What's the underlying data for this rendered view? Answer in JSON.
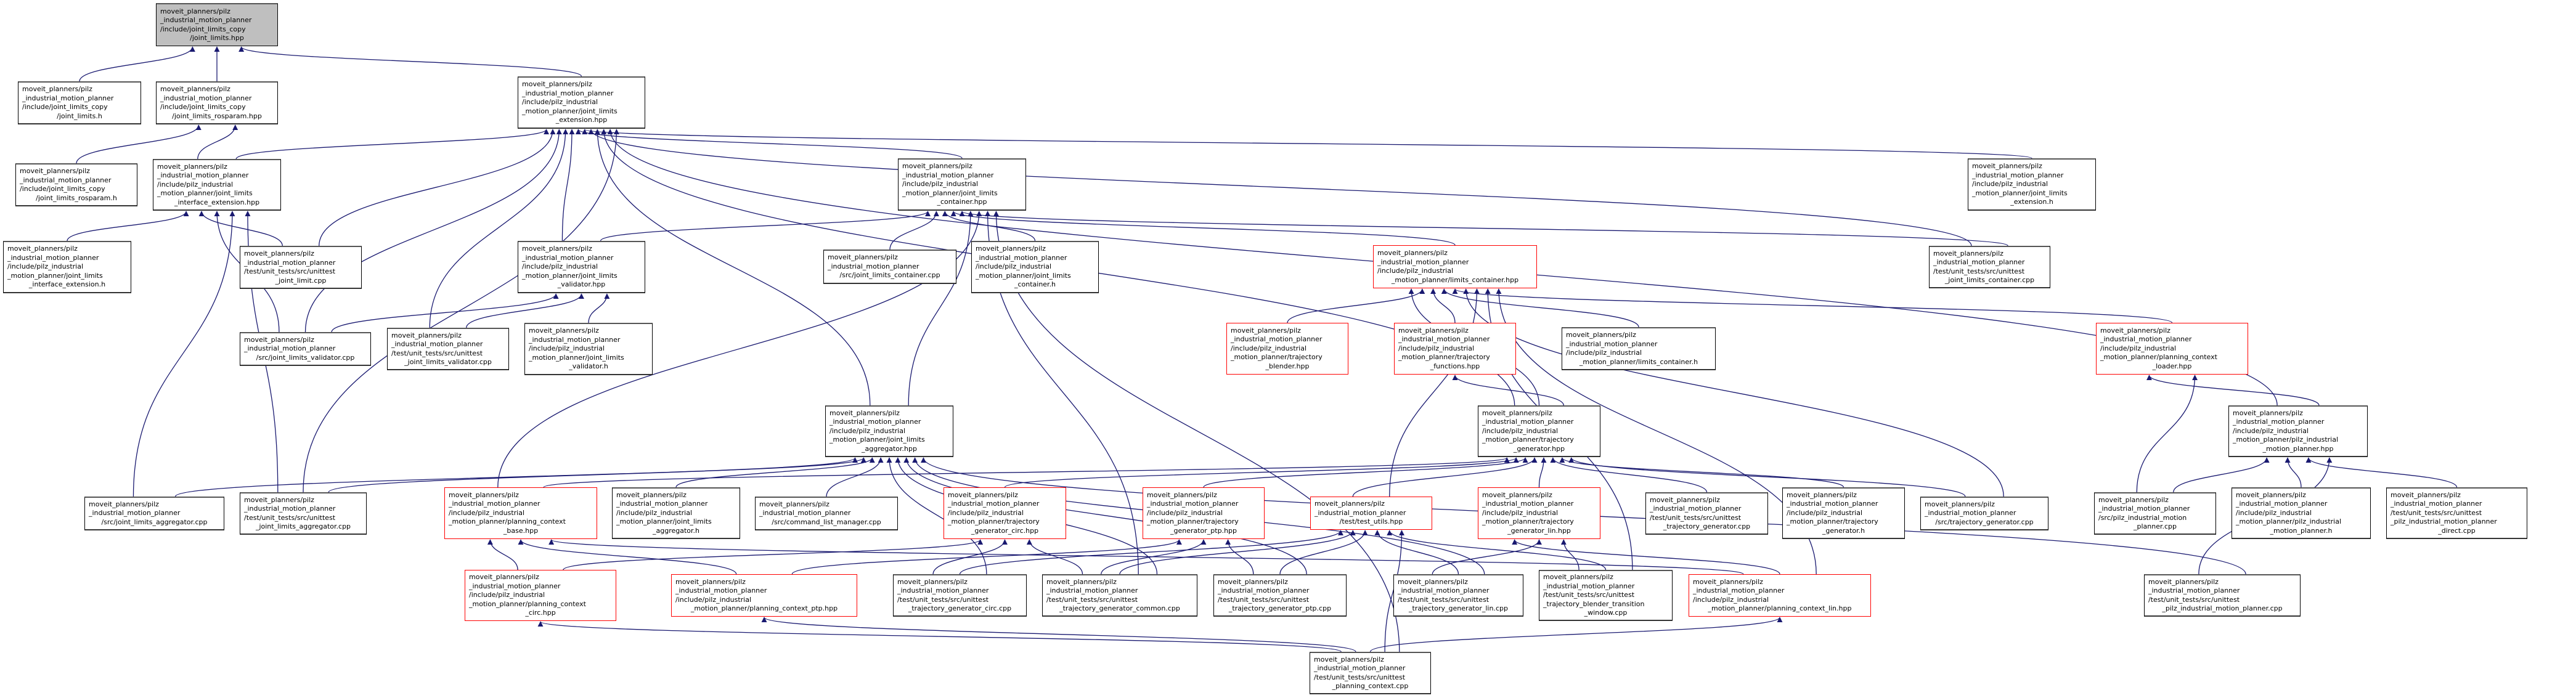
{
  "graph": {
    "edge_color": "#191970",
    "truncated_border_color": "#ff0000",
    "root_fill_color": "#bfbfbf",
    "nodes": [
      {
        "id": "n0",
        "kind": "root",
        "lines": [
          "moveit_planners/pilz",
          "_industrial_motion_planner",
          "/include/joint_limits_copy",
          "/joint_limits.hpp"
        ]
      },
      {
        "id": "n1",
        "kind": "normal",
        "lines": [
          "moveit_planners/pilz",
          "_industrial_motion_planner",
          "/include/joint_limits_copy",
          "/joint_limits.h"
        ]
      },
      {
        "id": "n2",
        "kind": "normal",
        "lines": [
          "moveit_planners/pilz",
          "_industrial_motion_planner",
          "/include/joint_limits_copy",
          "/joint_limits_rosparam.hpp"
        ]
      },
      {
        "id": "n3",
        "kind": "normal",
        "lines": [
          "moveit_planners/pilz",
          "_industrial_motion_planner",
          "/include/pilz_industrial",
          "_motion_planner/joint_limits",
          "_extension.hpp"
        ]
      },
      {
        "id": "n4",
        "kind": "normal",
        "lines": [
          "moveit_planners/pilz",
          "_industrial_motion_planner",
          "/include/joint_limits_copy",
          "/joint_limits_rosparam.h"
        ]
      },
      {
        "id": "n5",
        "kind": "normal",
        "lines": [
          "moveit_planners/pilz",
          "_industrial_motion_planner",
          "/include/pilz_industrial",
          "_motion_planner/joint_limits",
          "_interface_extension.hpp"
        ]
      },
      {
        "id": "n6",
        "kind": "normal",
        "lines": [
          "moveit_planners/pilz",
          "_industrial_motion_planner",
          "/include/pilz_industrial",
          "_motion_planner/joint_limits",
          "_interface_extension.h"
        ]
      },
      {
        "id": "n7",
        "kind": "normal",
        "lines": [
          "moveit_planners/pilz",
          "_industrial_motion_planner",
          "/test/unit_tests/src/unittest",
          "_joint_limit.cpp"
        ]
      },
      {
        "id": "n8",
        "kind": "normal",
        "lines": [
          "moveit_planners/pilz",
          "_industrial_motion_planner",
          "/include/pilz_industrial",
          "_motion_planner/joint_limits",
          "_validator.hpp"
        ]
      },
      {
        "id": "n9",
        "kind": "normal",
        "lines": [
          "moveit_planners/pilz",
          "_industrial_motion_planner",
          "/src/joint_limits_validator.cpp"
        ]
      },
      {
        "id": "n10",
        "kind": "normal",
        "lines": [
          "moveit_planners/pilz",
          "_industrial_motion_planner",
          "/test/unit_tests/src/unittest",
          "_joint_limits_validator.cpp"
        ]
      },
      {
        "id": "n11",
        "kind": "normal",
        "lines": [
          "moveit_planners/pilz",
          "_industrial_motion_planner",
          "/include/pilz_industrial",
          "_motion_planner/joint_limits",
          "_validator.h"
        ]
      },
      {
        "id": "n12",
        "kind": "normal",
        "lines": [
          "moveit_planners/pilz",
          "_industrial_motion_planner",
          "/include/pilz_industrial",
          "_motion_planner/joint_limits",
          "_container.hpp"
        ]
      },
      {
        "id": "n13",
        "kind": "normal",
        "lines": [
          "moveit_planners/pilz",
          "_industrial_motion_planner",
          "/include/pilz_industrial",
          "_motion_planner/joint_limits",
          "_container.h"
        ]
      },
      {
        "id": "n14",
        "kind": "red",
        "lines": [
          "moveit_planners/pilz",
          "_industrial_motion_planner",
          "/include/pilz_industrial",
          "_motion_planner/limits_container.hpp"
        ]
      },
      {
        "id": "n15",
        "kind": "normal",
        "lines": [
          "moveit_planners/pilz",
          "_industrial_motion_planner",
          "/include/pilz_industrial",
          "_motion_planner/joint_limits",
          "_extension.h"
        ]
      },
      {
        "id": "n16",
        "kind": "normal",
        "lines": [
          "moveit_planners/pilz",
          "_industrial_motion_planner",
          "/test/unit_tests/src/unittest",
          "_joint_limits_container.cpp"
        ]
      },
      {
        "id": "n17",
        "kind": "normal",
        "lines": [
          "moveit_planners/pilz",
          "_industrial_motion_planner",
          "/src/joint_limits_container.cpp"
        ]
      },
      {
        "id": "n18",
        "kind": "red",
        "lines": [
          "moveit_planners/pilz",
          "_industrial_motion_planner",
          "/include/pilz_industrial",
          "_motion_planner/trajectory",
          "_blender.hpp"
        ]
      },
      {
        "id": "n19",
        "kind": "red",
        "lines": [
          "moveit_planners/pilz",
          "_industrial_motion_planner",
          "/include/pilz_industrial",
          "_motion_planner/trajectory",
          "_functions.hpp"
        ]
      },
      {
        "id": "n20",
        "kind": "normal",
        "lines": [
          "moveit_planners/pilz",
          "_industrial_motion_planner",
          "/include/pilz_industrial",
          "_motion_planner/limits_container.h"
        ]
      },
      {
        "id": "n21",
        "kind": "red",
        "lines": [
          "moveit_planners/pilz",
          "_industrial_motion_planner",
          "/include/pilz_industrial",
          "_motion_planner/planning_context",
          "_loader.hpp"
        ]
      },
      {
        "id": "n22",
        "kind": "normal",
        "lines": [
          "moveit_planners/pilz",
          "_industrial_motion_planner",
          "/include/pilz_industrial",
          "_motion_planner/joint_limits",
          "_aggregator.hpp"
        ]
      },
      {
        "id": "n23",
        "kind": "normal",
        "lines": [
          "moveit_planners/pilz",
          "_industrial_motion_planner",
          "/include/pilz_industrial",
          "_motion_planner/trajectory",
          "_generator.hpp"
        ]
      },
      {
        "id": "n24",
        "kind": "normal",
        "lines": [
          "moveit_planners/pilz",
          "_industrial_motion_planner",
          "/include/pilz_industrial",
          "_motion_planner/pilz_industrial",
          "_motion_planner.hpp"
        ]
      },
      {
        "id": "n25",
        "kind": "normal",
        "lines": [
          "moveit_planners/pilz",
          "_industrial_motion_planner",
          "/src/joint_limits_aggregator.cpp"
        ]
      },
      {
        "id": "n26",
        "kind": "normal",
        "lines": [
          "moveit_planners/pilz",
          "_industrial_motion_planner",
          "/test/unit_tests/src/unittest",
          "_joint_limits_aggregator.cpp"
        ]
      },
      {
        "id": "n27",
        "kind": "red",
        "lines": [
          "moveit_planners/pilz",
          "_industrial_motion_planner",
          "/include/pilz_industrial",
          "_motion_planner/planning_context",
          "_base.hpp"
        ]
      },
      {
        "id": "n28",
        "kind": "normal",
        "lines": [
          "moveit_planners/pilz",
          "_industrial_motion_planner",
          "/include/pilz_industrial",
          "_motion_planner/joint_limits",
          "_aggregator.h"
        ]
      },
      {
        "id": "n29",
        "kind": "normal",
        "lines": [
          "moveit_planners/pilz",
          "_industrial_motion_planner",
          "/src/command_list_manager.cpp"
        ]
      },
      {
        "id": "n30",
        "kind": "red",
        "lines": [
          "moveit_planners/pilz",
          "_industrial_motion_planner",
          "/include/pilz_industrial",
          "_motion_planner/trajectory",
          "_generator_circ.hpp"
        ]
      },
      {
        "id": "n31",
        "kind": "red",
        "lines": [
          "moveit_planners/pilz",
          "_industrial_motion_planner",
          "/include/pilz_industrial",
          "_motion_planner/trajectory",
          "_generator_ptp.hpp"
        ]
      },
      {
        "id": "n32",
        "kind": "red",
        "lines": [
          "moveit_planners/pilz",
          "_industrial_motion_planner",
          "/test/test_utils.hpp"
        ]
      },
      {
        "id": "n33",
        "kind": "red",
        "lines": [
          "moveit_planners/pilz",
          "_industrial_motion_planner",
          "/include/pilz_industrial",
          "_motion_planner/trajectory",
          "_generator_lin.hpp"
        ]
      },
      {
        "id": "n34",
        "kind": "normal",
        "lines": [
          "moveit_planners/pilz",
          "_industrial_motion_planner",
          "/test/unit_tests/src/unittest",
          "_trajectory_generator.cpp"
        ]
      },
      {
        "id": "n35",
        "kind": "normal",
        "lines": [
          "moveit_planners/pilz",
          "_industrial_motion_planner",
          "/include/pilz_industrial",
          "_motion_planner/trajectory",
          "_generator.h"
        ]
      },
      {
        "id": "n36",
        "kind": "normal",
        "lines": [
          "moveit_planners/pilz",
          "_industrial_motion_planner",
          "/src/trajectory_generator.cpp"
        ]
      },
      {
        "id": "n37",
        "kind": "normal",
        "lines": [
          "moveit_planners/pilz",
          "_industrial_motion_planner",
          "/src/pilz_industrial_motion",
          "_planner.cpp"
        ]
      },
      {
        "id": "n38",
        "kind": "normal",
        "lines": [
          "moveit_planners/pilz",
          "_industrial_motion_planner",
          "/include/pilz_industrial",
          "_motion_planner/pilz_industrial",
          "_motion_planner.h"
        ]
      },
      {
        "id": "n39",
        "kind": "normal",
        "lines": [
          "moveit_planners/pilz",
          "_industrial_motion_planner",
          "/test/unit_tests/src/unittest",
          "_pilz_industrial_motion_planner",
          "_direct.cpp"
        ]
      },
      {
        "id": "n40",
        "kind": "red",
        "lines": [
          "moveit_planners/pilz",
          "_industrial_motion_planner",
          "/include/pilz_industrial",
          "_motion_planner/planning_context",
          "_circ.hpp"
        ]
      },
      {
        "id": "n41",
        "kind": "red",
        "lines": [
          "moveit_planners/pilz",
          "_industrial_motion_planner",
          "/include/pilz_industrial",
          "_motion_planner/planning_context_ptp.hpp"
        ]
      },
      {
        "id": "n42",
        "kind": "normal",
        "lines": [
          "moveit_planners/pilz",
          "_industrial_motion_planner",
          "/test/unit_tests/src/unittest",
          "_trajectory_generator_circ.cpp"
        ]
      },
      {
        "id": "n43",
        "kind": "normal",
        "lines": [
          "moveit_planners/pilz",
          "_industrial_motion_planner",
          "/test/unit_tests/src/unittest",
          "_trajectory_generator_common.cpp"
        ]
      },
      {
        "id": "n44",
        "kind": "normal",
        "lines": [
          "moveit_planners/pilz",
          "_industrial_motion_planner",
          "/test/unit_tests/src/unittest",
          "_trajectory_generator_ptp.cpp"
        ]
      },
      {
        "id": "n45",
        "kind": "normal",
        "lines": [
          "moveit_planners/pilz",
          "_industrial_motion_planner",
          "/test/unit_tests/src/unittest",
          "_trajectory_generator_lin.cpp"
        ]
      },
      {
        "id": "n46",
        "kind": "normal",
        "lines": [
          "moveit_planners/pilz",
          "_industrial_motion_planner",
          "/test/unit_tests/src/unittest",
          "_trajectory_blender_transition",
          "_window.cpp"
        ]
      },
      {
        "id": "n47",
        "kind": "red",
        "lines": [
          "moveit_planners/pilz",
          "_industrial_motion_planner",
          "/include/pilz_industrial",
          "_motion_planner/planning_context_lin.hpp"
        ]
      },
      {
        "id": "n48",
        "kind": "normal",
        "lines": [
          "moveit_planners/pilz",
          "_industrial_motion_planner",
          "/test/unit_tests/src/unittest",
          "_pilz_industrial_motion_planner.cpp"
        ]
      },
      {
        "id": "n49",
        "kind": "normal",
        "lines": [
          "moveit_planners/pilz",
          "_industrial_motion_planner",
          "/test/unit_tests/src/unittest",
          "_planning_context.cpp"
        ]
      }
    ],
    "edges": [
      [
        "n1",
        "n0"
      ],
      [
        "n2",
        "n0"
      ],
      [
        "n3",
        "n0"
      ],
      [
        "n4",
        "n2"
      ],
      [
        "n5",
        "n2"
      ],
      [
        "n5",
        "n3"
      ],
      [
        "n6",
        "n5"
      ],
      [
        "n7",
        "n5"
      ],
      [
        "n7",
        "n3"
      ],
      [
        "n9",
        "n5"
      ],
      [
        "n9",
        "n3"
      ],
      [
        "n9",
        "n8"
      ],
      [
        "n10",
        "n3"
      ],
      [
        "n10",
        "n8"
      ],
      [
        "n11",
        "n8"
      ],
      [
        "n8",
        "n3"
      ],
      [
        "n8",
        "n12"
      ],
      [
        "n12",
        "n3"
      ],
      [
        "n17",
        "n12"
      ],
      [
        "n13",
        "n12"
      ],
      [
        "n14",
        "n12"
      ],
      [
        "n15",
        "n3"
      ],
      [
        "n16",
        "n3"
      ],
      [
        "n16",
        "n12"
      ],
      [
        "n22",
        "n3"
      ],
      [
        "n22",
        "n12"
      ],
      [
        "n23",
        "n3"
      ],
      [
        "n23",
        "n14"
      ],
      [
        "n24",
        "n3"
      ],
      [
        "n25",
        "n5"
      ],
      [
        "n25",
        "n22"
      ],
      [
        "n26",
        "n5"
      ],
      [
        "n26",
        "n3"
      ],
      [
        "n26",
        "n22"
      ],
      [
        "n27",
        "n12"
      ],
      [
        "n27",
        "n23"
      ],
      [
        "n28",
        "n22"
      ],
      [
        "n29",
        "n22"
      ],
      [
        "n18",
        "n14"
      ],
      [
        "n19",
        "n14"
      ],
      [
        "n20",
        "n14"
      ],
      [
        "n21",
        "n14"
      ],
      [
        "n24",
        "n21"
      ],
      [
        "n37",
        "n21"
      ],
      [
        "n37",
        "n24"
      ],
      [
        "n38",
        "n24"
      ],
      [
        "n39",
        "n24"
      ],
      [
        "n48",
        "n24"
      ],
      [
        "n23",
        "n19"
      ],
      [
        "n30",
        "n23"
      ],
      [
        "n31",
        "n23"
      ],
      [
        "n32",
        "n23"
      ],
      [
        "n33",
        "n23"
      ],
      [
        "n34",
        "n23"
      ],
      [
        "n35",
        "n23"
      ],
      [
        "n36",
        "n23"
      ],
      [
        "n36",
        "n14"
      ],
      [
        "n32",
        "n14"
      ],
      [
        "n40",
        "n27"
      ],
      [
        "n41",
        "n27"
      ],
      [
        "n47",
        "n27"
      ],
      [
        "n40",
        "n30"
      ],
      [
        "n41",
        "n31"
      ],
      [
        "n47",
        "n33"
      ],
      [
        "n42",
        "n30"
      ],
      [
        "n42",
        "n32"
      ],
      [
        "n42",
        "n22"
      ],
      [
        "n43",
        "n30"
      ],
      [
        "n43",
        "n31"
      ],
      [
        "n43",
        "n32"
      ],
      [
        "n43",
        "n12"
      ],
      [
        "n43",
        "n22"
      ],
      [
        "n44",
        "n31"
      ],
      [
        "n44",
        "n32"
      ],
      [
        "n44",
        "n22"
      ],
      [
        "n45",
        "n33"
      ],
      [
        "n45",
        "n32"
      ],
      [
        "n45",
        "n22"
      ],
      [
        "n46",
        "n33"
      ],
      [
        "n46",
        "n32"
      ],
      [
        "n46",
        "n14"
      ],
      [
        "n47",
        "n14"
      ],
      [
        "n49",
        "n40"
      ],
      [
        "n49",
        "n41"
      ],
      [
        "n49",
        "n47"
      ],
      [
        "n49",
        "n32"
      ],
      [
        "n49",
        "n12"
      ],
      [
        "n48",
        "n22"
      ]
    ]
  }
}
